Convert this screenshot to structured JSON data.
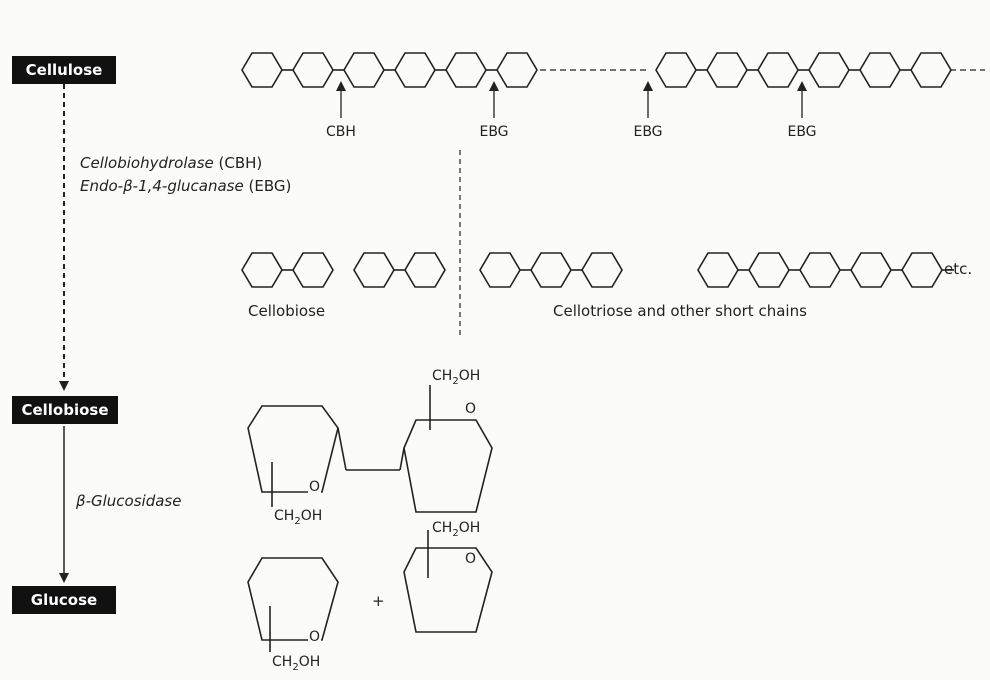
{
  "stages": {
    "cellulose": "Cellulose",
    "cellobiose": "Cellobiose",
    "glucose": "Glucose"
  },
  "enzymes": {
    "cbh_name": "Cellobiohydrolase",
    "cbh_abbr": "(CBH)",
    "ebg_name": "Endo-β-1,4-glucanase",
    "ebg_abbr": "(EBG)",
    "bglu": "β-Glucosidase"
  },
  "cut_sites": [
    "CBH",
    "EBG",
    "EBG",
    "EBG"
  ],
  "products": {
    "cellobiose": "Cellobiose",
    "short_chains": "Cellotriose and other short chains",
    "etc": "etc."
  },
  "structure_labels": {
    "ch2oh_prefix": "CH",
    "ch2oh_sub": "2",
    "ch2oh_suffix": "OH",
    "ring_o": "O",
    "plus": "+"
  },
  "colors": {
    "label_bg": "#111111",
    "label_text": "#ffffff",
    "line": "#222222"
  }
}
